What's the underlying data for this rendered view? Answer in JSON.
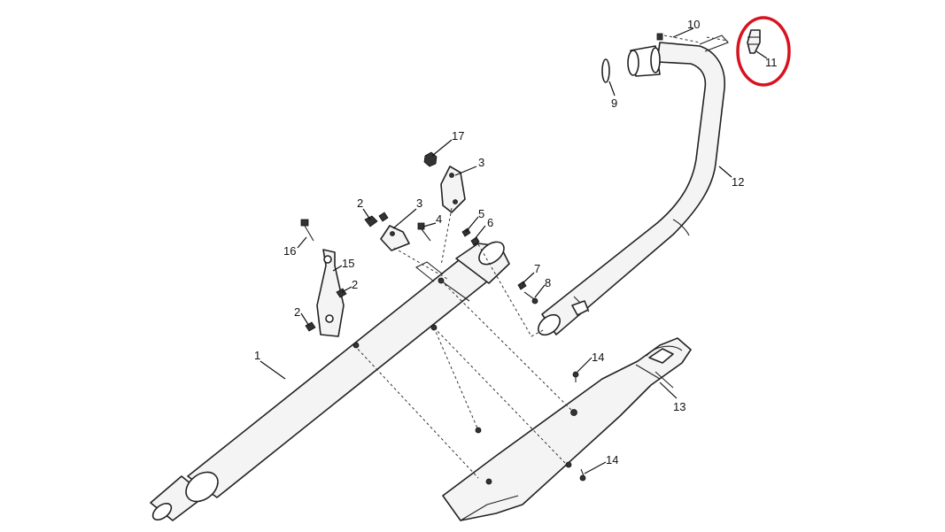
{
  "callouts": [
    "1",
    "2",
    "2",
    "2",
    "3",
    "3",
    "4",
    "5",
    "6",
    "7",
    "8",
    "9",
    "10",
    "11",
    "12",
    "13",
    "14",
    "14",
    "15",
    "16",
    "17"
  ],
  "colors": {
    "line": "#222222",
    "highlight": "#d8131f",
    "background": "#ffffff"
  }
}
